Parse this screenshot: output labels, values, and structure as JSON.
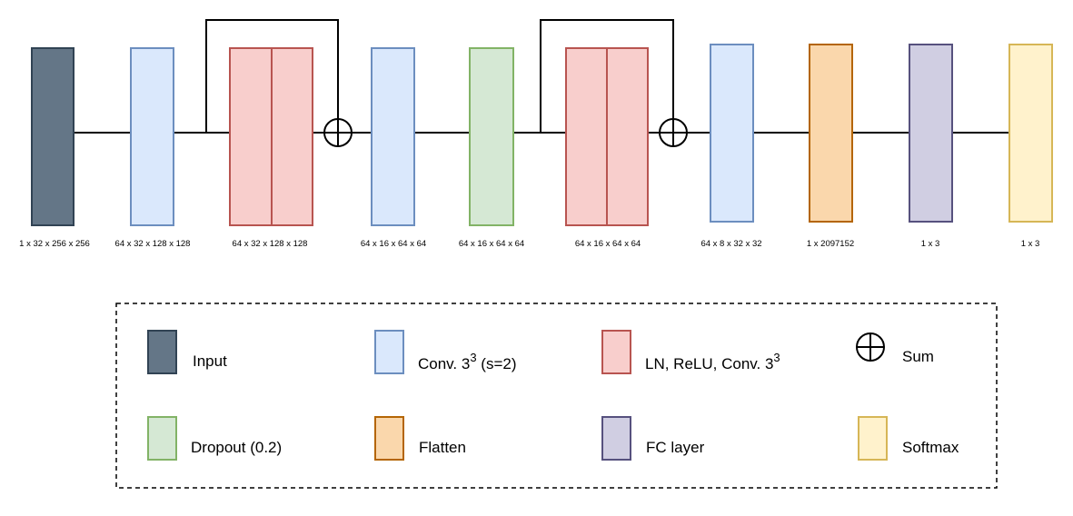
{
  "colors": {
    "input": {
      "fill": "#647687",
      "stroke": "#314354"
    },
    "conv": {
      "fill": "#dae8fc",
      "stroke": "#6c8ebf"
    },
    "resblock": {
      "fill": "#f8cecc",
      "stroke": "#b85450"
    },
    "dropout": {
      "fill": "#d5e8d4",
      "stroke": "#82b366"
    },
    "flatten": {
      "fill": "#fad7ac",
      "stroke": "#b46504"
    },
    "fc": {
      "fill": "#d0cee2",
      "stroke": "#56517e"
    },
    "softmax": {
      "fill": "#fff2cc",
      "stroke": "#d6b656"
    }
  },
  "blocks": [
    {
      "id": "input",
      "type": "input",
      "dim": "1 x 32 x 256 x 256"
    },
    {
      "id": "conv1",
      "type": "conv",
      "dim": "64 x 32 x 128 x 128"
    },
    {
      "id": "res1",
      "type": "resblock",
      "dim": "64 x 32 x 128 x 128"
    },
    {
      "id": "conv2",
      "type": "conv",
      "dim": "64 x 16 x 64 x 64"
    },
    {
      "id": "dropout",
      "type": "dropout",
      "dim": "64 x 16 x 64 x 64"
    },
    {
      "id": "res2",
      "type": "resblock",
      "dim": "64 x 16 x 64 x 64"
    },
    {
      "id": "conv3",
      "type": "conv",
      "dim": "64 x 8 x 32 x 32"
    },
    {
      "id": "flatten",
      "type": "flatten",
      "dim": "1 x 2097152"
    },
    {
      "id": "fc",
      "type": "fc",
      "dim": "1 x 3"
    },
    {
      "id": "softmax",
      "type": "softmax",
      "dim": "1 x 3"
    }
  ],
  "legend": {
    "input": "Input",
    "conv": {
      "text": "Conv. 3",
      "sup": "3",
      "suffix": " (s=2)"
    },
    "resblock": {
      "text": "LN, ReLU, Conv. 3",
      "sup": "3"
    },
    "sum": "Sum",
    "dropout": "Dropout (0.2)",
    "flatten": "Flatten",
    "fc": "FC layer",
    "softmax": "Softmax"
  }
}
